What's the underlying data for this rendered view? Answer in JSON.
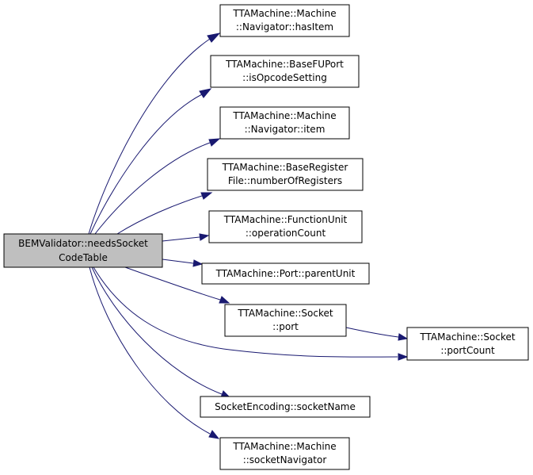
{
  "colors": {
    "root_fill": "#bfbfbf",
    "node_fill": "#ffffff",
    "edge": "#191970"
  },
  "nodes": {
    "root": [
      "BEMValidator::needsSocket",
      "CodeTable"
    ],
    "has_item": [
      "TTAMachine::Machine",
      "::Navigator::hasItem"
    ],
    "is_opcode_setting": [
      "TTAMachine::BaseFUPort",
      "::isOpcodeSetting"
    ],
    "item": [
      "TTAMachine::Machine",
      "::Navigator::item"
    ],
    "number_of_registers": [
      "TTAMachine::BaseRegister",
      "File::numberOfRegisters"
    ],
    "operation_count": [
      "TTAMachine::FunctionUnit",
      "::operationCount"
    ],
    "parent_unit": [
      "TTAMachine::Port::parentUnit"
    ],
    "port": [
      "TTAMachine::Socket",
      "::port"
    ],
    "port_count": [
      "TTAMachine::Socket",
      "::portCount"
    ],
    "socket_name": [
      "SocketEncoding::socketName"
    ],
    "socket_navigator": [
      "TTAMachine::Machine",
      "::socketNavigator"
    ]
  }
}
